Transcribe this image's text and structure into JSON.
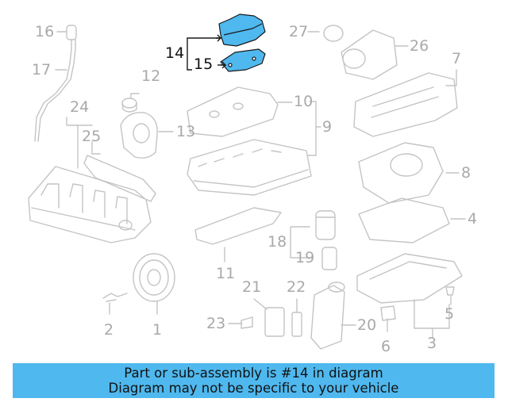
{
  "colors": {
    "part_line": "#c4c4c4",
    "highlight_fill": "#4fb8ee",
    "highlight_line": "#1a1a1a",
    "banner": "#4fb8ee"
  },
  "callouts": {
    "n1": "1",
    "n2": "2",
    "n3": "3",
    "n4": "4",
    "n5": "5",
    "n6": "6",
    "n7": "7",
    "n8": "8",
    "n9": "9",
    "n10": "10",
    "n11": "11",
    "n12": "12",
    "n13": "13",
    "n14": "14",
    "n15": "15",
    "n16": "16",
    "n17": "17",
    "n18": "18",
    "n19": "19",
    "n20": "20",
    "n21": "21",
    "n22": "22",
    "n23": "23",
    "n24": "24",
    "n25": "25",
    "n26": "26",
    "n27": "27"
  },
  "highlighted_parts": [
    "14",
    "15"
  ],
  "caption": {
    "line1": "Part or sub-assembly is #14 in diagram",
    "line2": "Diagram may not be specific to your vehicle"
  }
}
